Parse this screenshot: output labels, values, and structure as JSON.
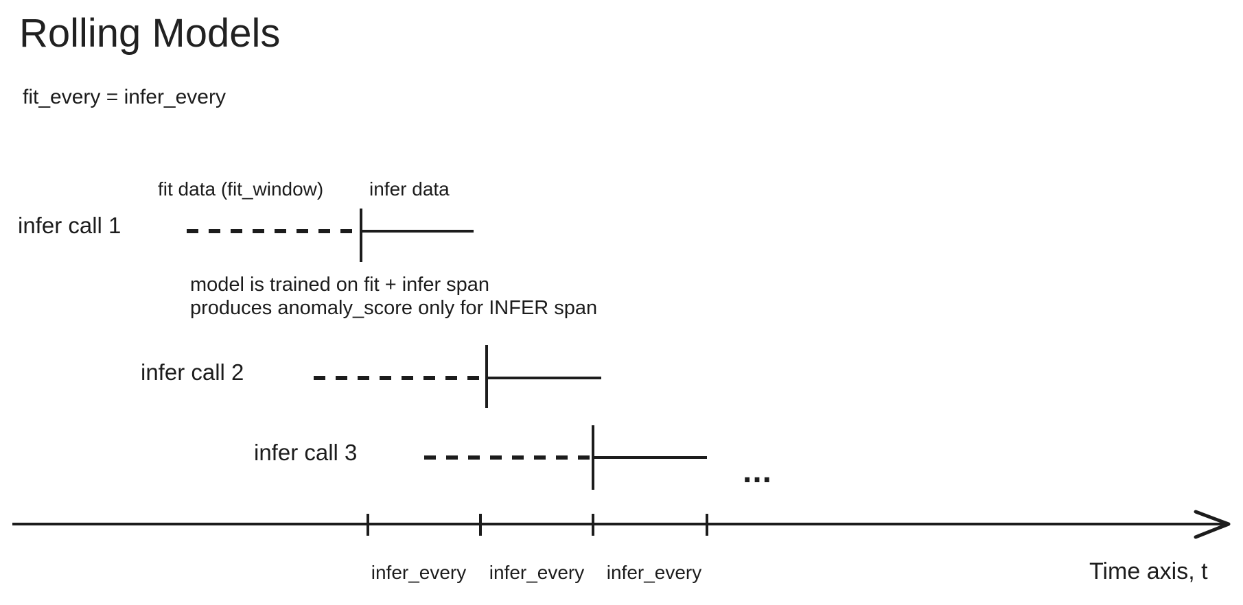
{
  "title": "Rolling Models",
  "subtitle": "fit_every = infer_every",
  "labels": {
    "fit_data": "fit data (fit_window)",
    "infer_data": "infer data"
  },
  "rows": [
    {
      "label": "infer call 1"
    },
    {
      "label": "infer call 2"
    },
    {
      "label": "infer call 3"
    }
  ],
  "note": {
    "line1": "model is trained on fit + infer span",
    "line2": "produces anomaly_score only for INFER span"
  },
  "ellipsis": "...",
  "axis": {
    "label": "Time axis, t",
    "interval_labels": [
      "infer_every",
      "infer_every",
      "infer_every"
    ]
  },
  "colors": {
    "ink": "#1c1c1c",
    "background": "#ffffff"
  }
}
